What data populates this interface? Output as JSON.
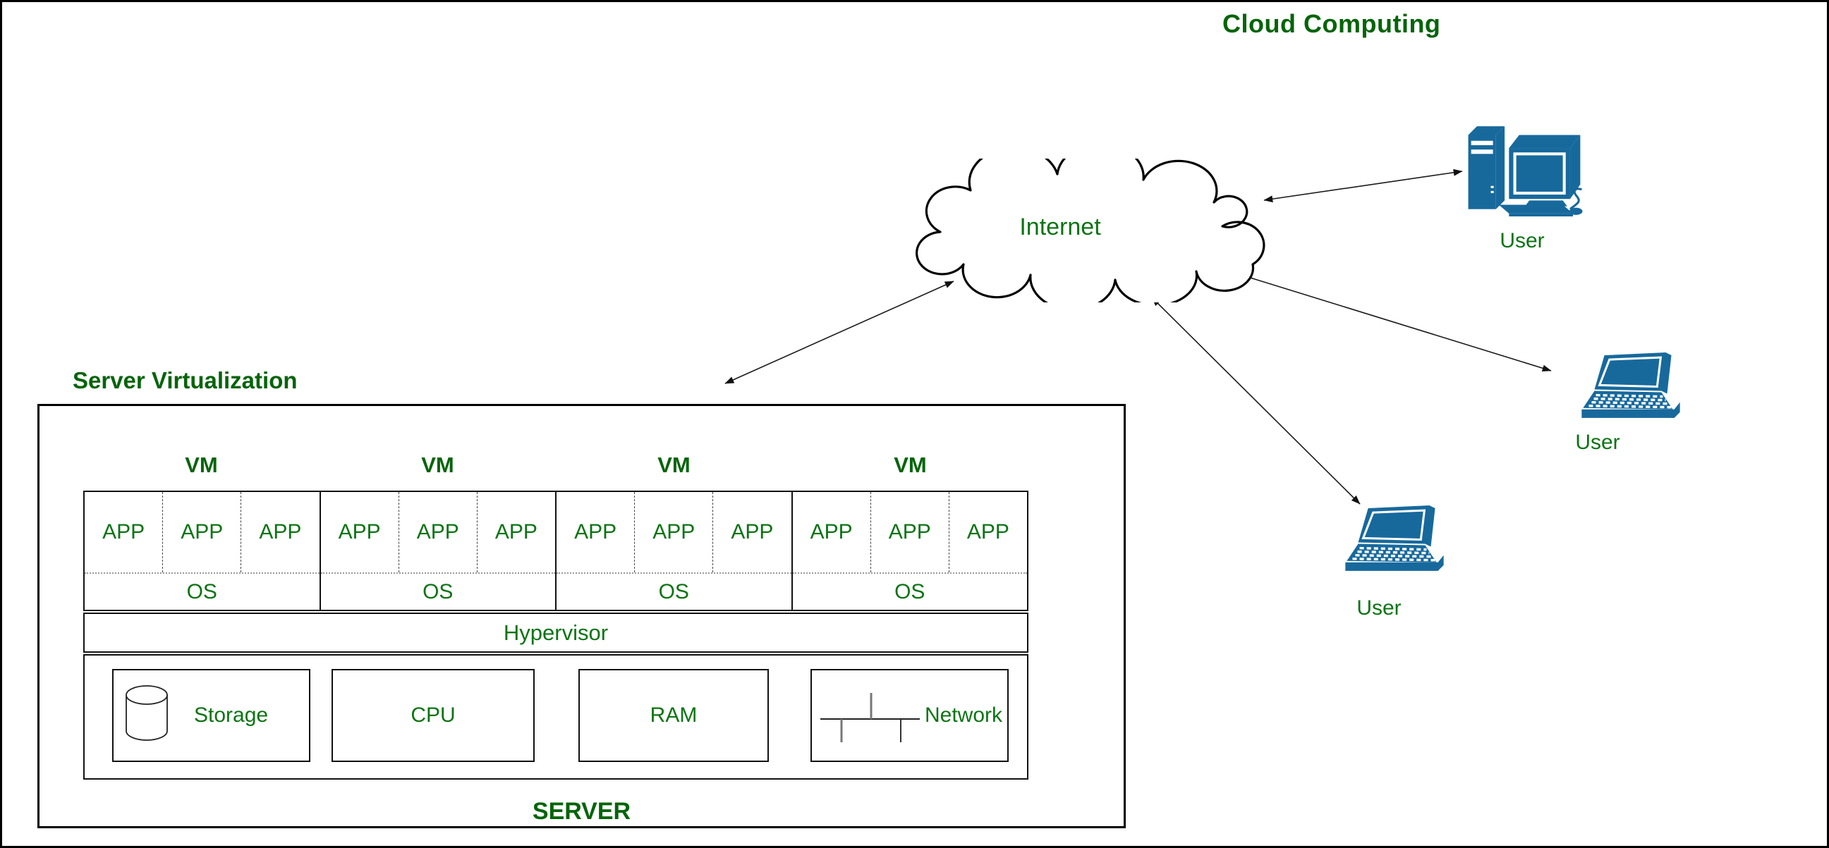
{
  "title": "Cloud Computing",
  "cloud": {
    "label": "Internet"
  },
  "users": [
    {
      "label": "User",
      "device": "desktop-computer-icon"
    },
    {
      "label": "User",
      "device": "laptop-icon"
    },
    {
      "label": "User",
      "device": "laptop-icon"
    }
  ],
  "virtualization": {
    "heading": "Server Virtualization",
    "server_label": "SERVER",
    "hypervisor": "Hypervisor",
    "vms": [
      {
        "label": "VM",
        "apps": [
          "APP",
          "APP",
          "APP"
        ],
        "os": "OS"
      },
      {
        "label": "VM",
        "apps": [
          "APP",
          "APP",
          "APP"
        ],
        "os": "OS"
      },
      {
        "label": "VM",
        "apps": [
          "APP",
          "APP",
          "APP"
        ],
        "os": "OS"
      },
      {
        "label": "VM",
        "apps": [
          "APP",
          "APP",
          "APP"
        ],
        "os": "OS"
      }
    ],
    "hardware": [
      {
        "label": "Storage",
        "icon": "storage-cylinder-icon"
      },
      {
        "label": "CPU",
        "icon": ""
      },
      {
        "label": "RAM",
        "icon": ""
      },
      {
        "label": "Network",
        "icon": "network-bus-icon"
      }
    ]
  },
  "colors": {
    "heading_green": "#05640a",
    "label_green": "#0b7413",
    "device_blue": "#17699c",
    "line_black": "#000000"
  }
}
